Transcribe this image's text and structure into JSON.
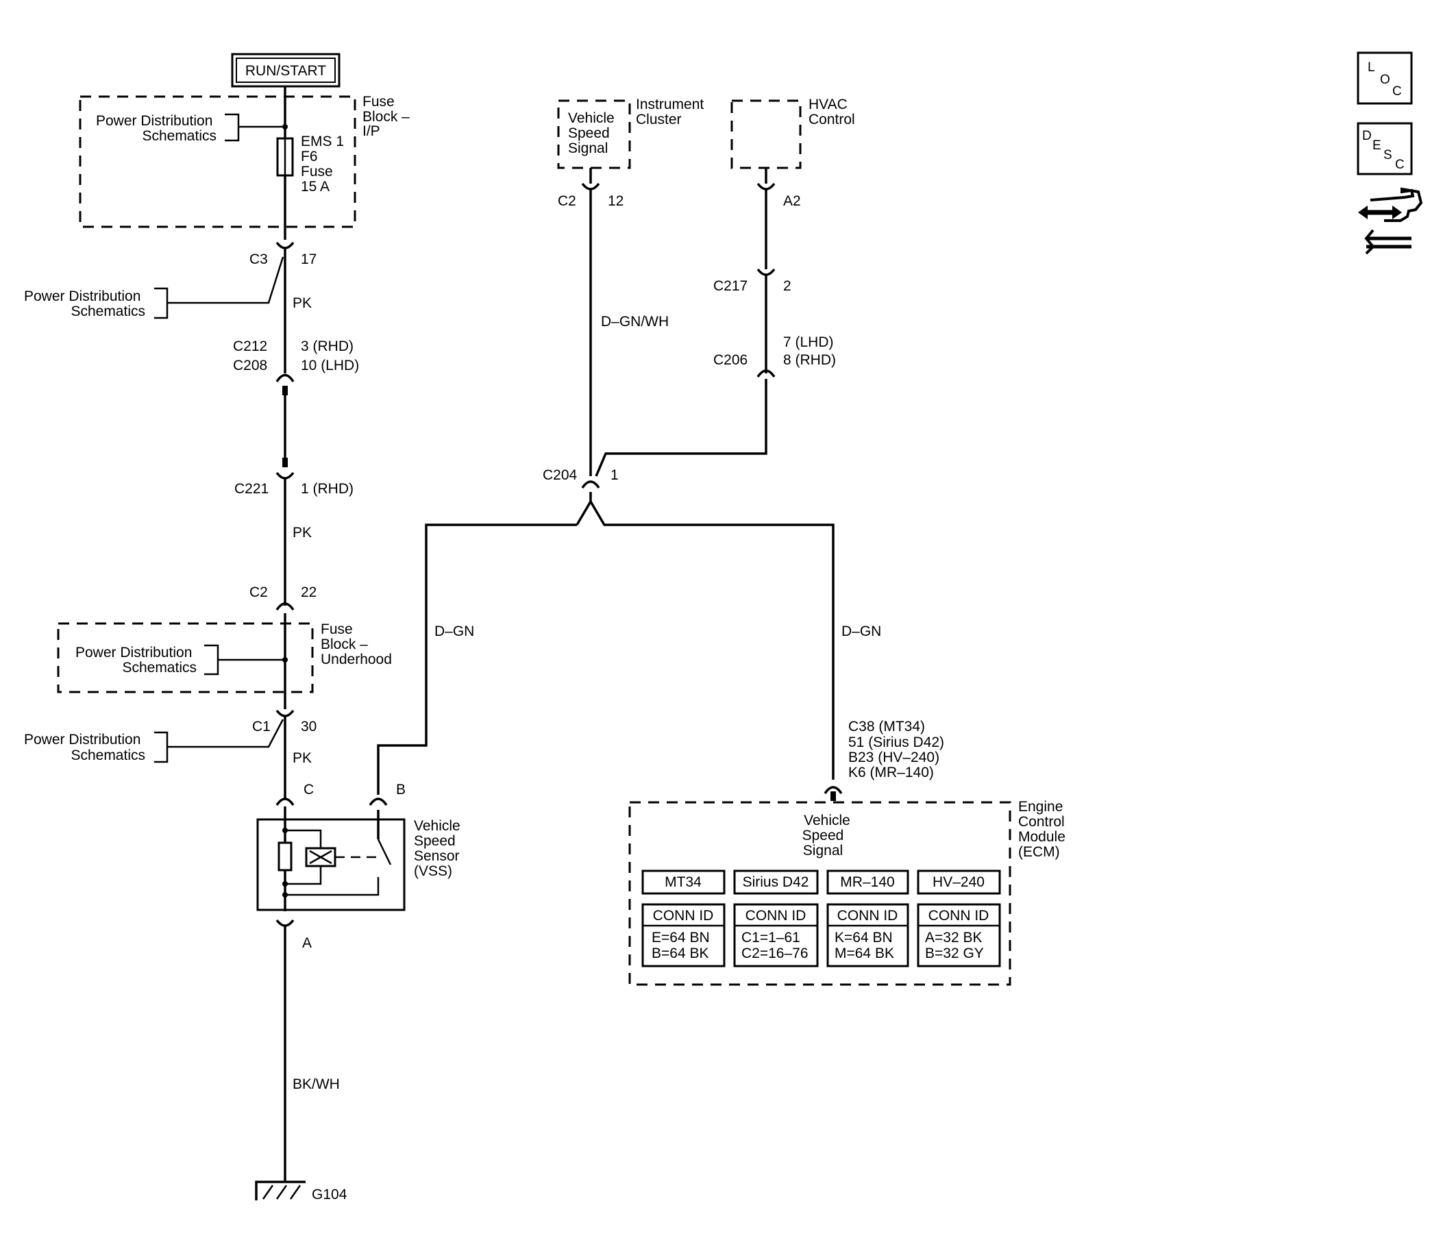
{
  "run_start": "RUN/START",
  "power_dist": {
    "line1": "Power Distribution",
    "line2": "Schematics"
  },
  "fuse_block_ip": {
    "line1": "Fuse",
    "line2": "Block –",
    "line3": "I/P"
  },
  "fuse": {
    "line1": "EMS 1",
    "line2": "F6",
    "line3": "Fuse",
    "line4": "15 A"
  },
  "fuse_block_uh": {
    "line1": "Fuse",
    "line2": "Block –",
    "line3": "Underhood"
  },
  "connectors": {
    "c3": "C3",
    "c3_pin": "17",
    "c212": "C212",
    "c212_pin": "3 (RHD)",
    "c208": "C208",
    "c208_pin": "10 (LHD)",
    "c221": "C221",
    "c221_pin": "1 (RHD)",
    "c2_left": "C2",
    "c2_left_pin": "22",
    "c1": "C1",
    "c1_pin": "30",
    "vss_c": "C",
    "vss_b": "B",
    "vss_a": "A",
    "c2_ic": "C2",
    "c2_ic_pin": "12",
    "a2": "A2",
    "c217": "C217",
    "c217_pin": "2",
    "c206": "C206",
    "c206_pin1": "7 (LHD)",
    "c206_pin2": "8 (RHD)",
    "c204": "C204",
    "c204_pin": "1",
    "ecm_c38": "C38 (MT34)",
    "ecm_51": "51 (Sirius D42)",
    "ecm_b23": "B23 (HV–240)",
    "ecm_k6": "K6 (MR–140)"
  },
  "wires": {
    "pk": "PK",
    "dgnwh": "D–GN/WH",
    "dgn": "D–GN",
    "bkwh": "BK/WH"
  },
  "vss": {
    "line1": "Vehicle",
    "line2": "Speed",
    "line3": "Sensor",
    "line4": "(VSS)"
  },
  "instrument_cluster": {
    "line1": "Instrument",
    "line2": "Cluster",
    "sig1": "Vehicle",
    "sig2": "Speed",
    "sig3": "Signal"
  },
  "hvac": {
    "line1": "HVAC",
    "line2": "Control"
  },
  "ground": "G104",
  "ecm": {
    "line1": "Engine",
    "line2": "Control",
    "line3": "Module",
    "line4": "(ECM)",
    "sig1": "Vehicle",
    "sig2": "Speed",
    "sig3": "Signal",
    "variants": [
      {
        "name": "MT34",
        "conn": "CONN ID",
        "id1": "E=64 BN",
        "id2": "B=64 BK"
      },
      {
        "name": "Sirius D42",
        "conn": "CONN ID",
        "id1": "C1=1–61",
        "id2": "C2=16–76"
      },
      {
        "name": "MR–140",
        "conn": "CONN ID",
        "id1": "K=64 BN",
        "id2": "M=64 BK"
      },
      {
        "name": "HV–240",
        "conn": "CONN ID",
        "id1": "A=32 BK",
        "id2": "B=32 GY"
      }
    ]
  },
  "nav": {
    "loc": {
      "l1": "L",
      "l2": "O",
      "l3": "C"
    },
    "desc": {
      "l1": "D",
      "l2": "E",
      "l3": "S",
      "l4": "C"
    },
    "icons": [
      "loc-icon",
      "desc-icon",
      "connector-end-view-icon"
    ]
  }
}
